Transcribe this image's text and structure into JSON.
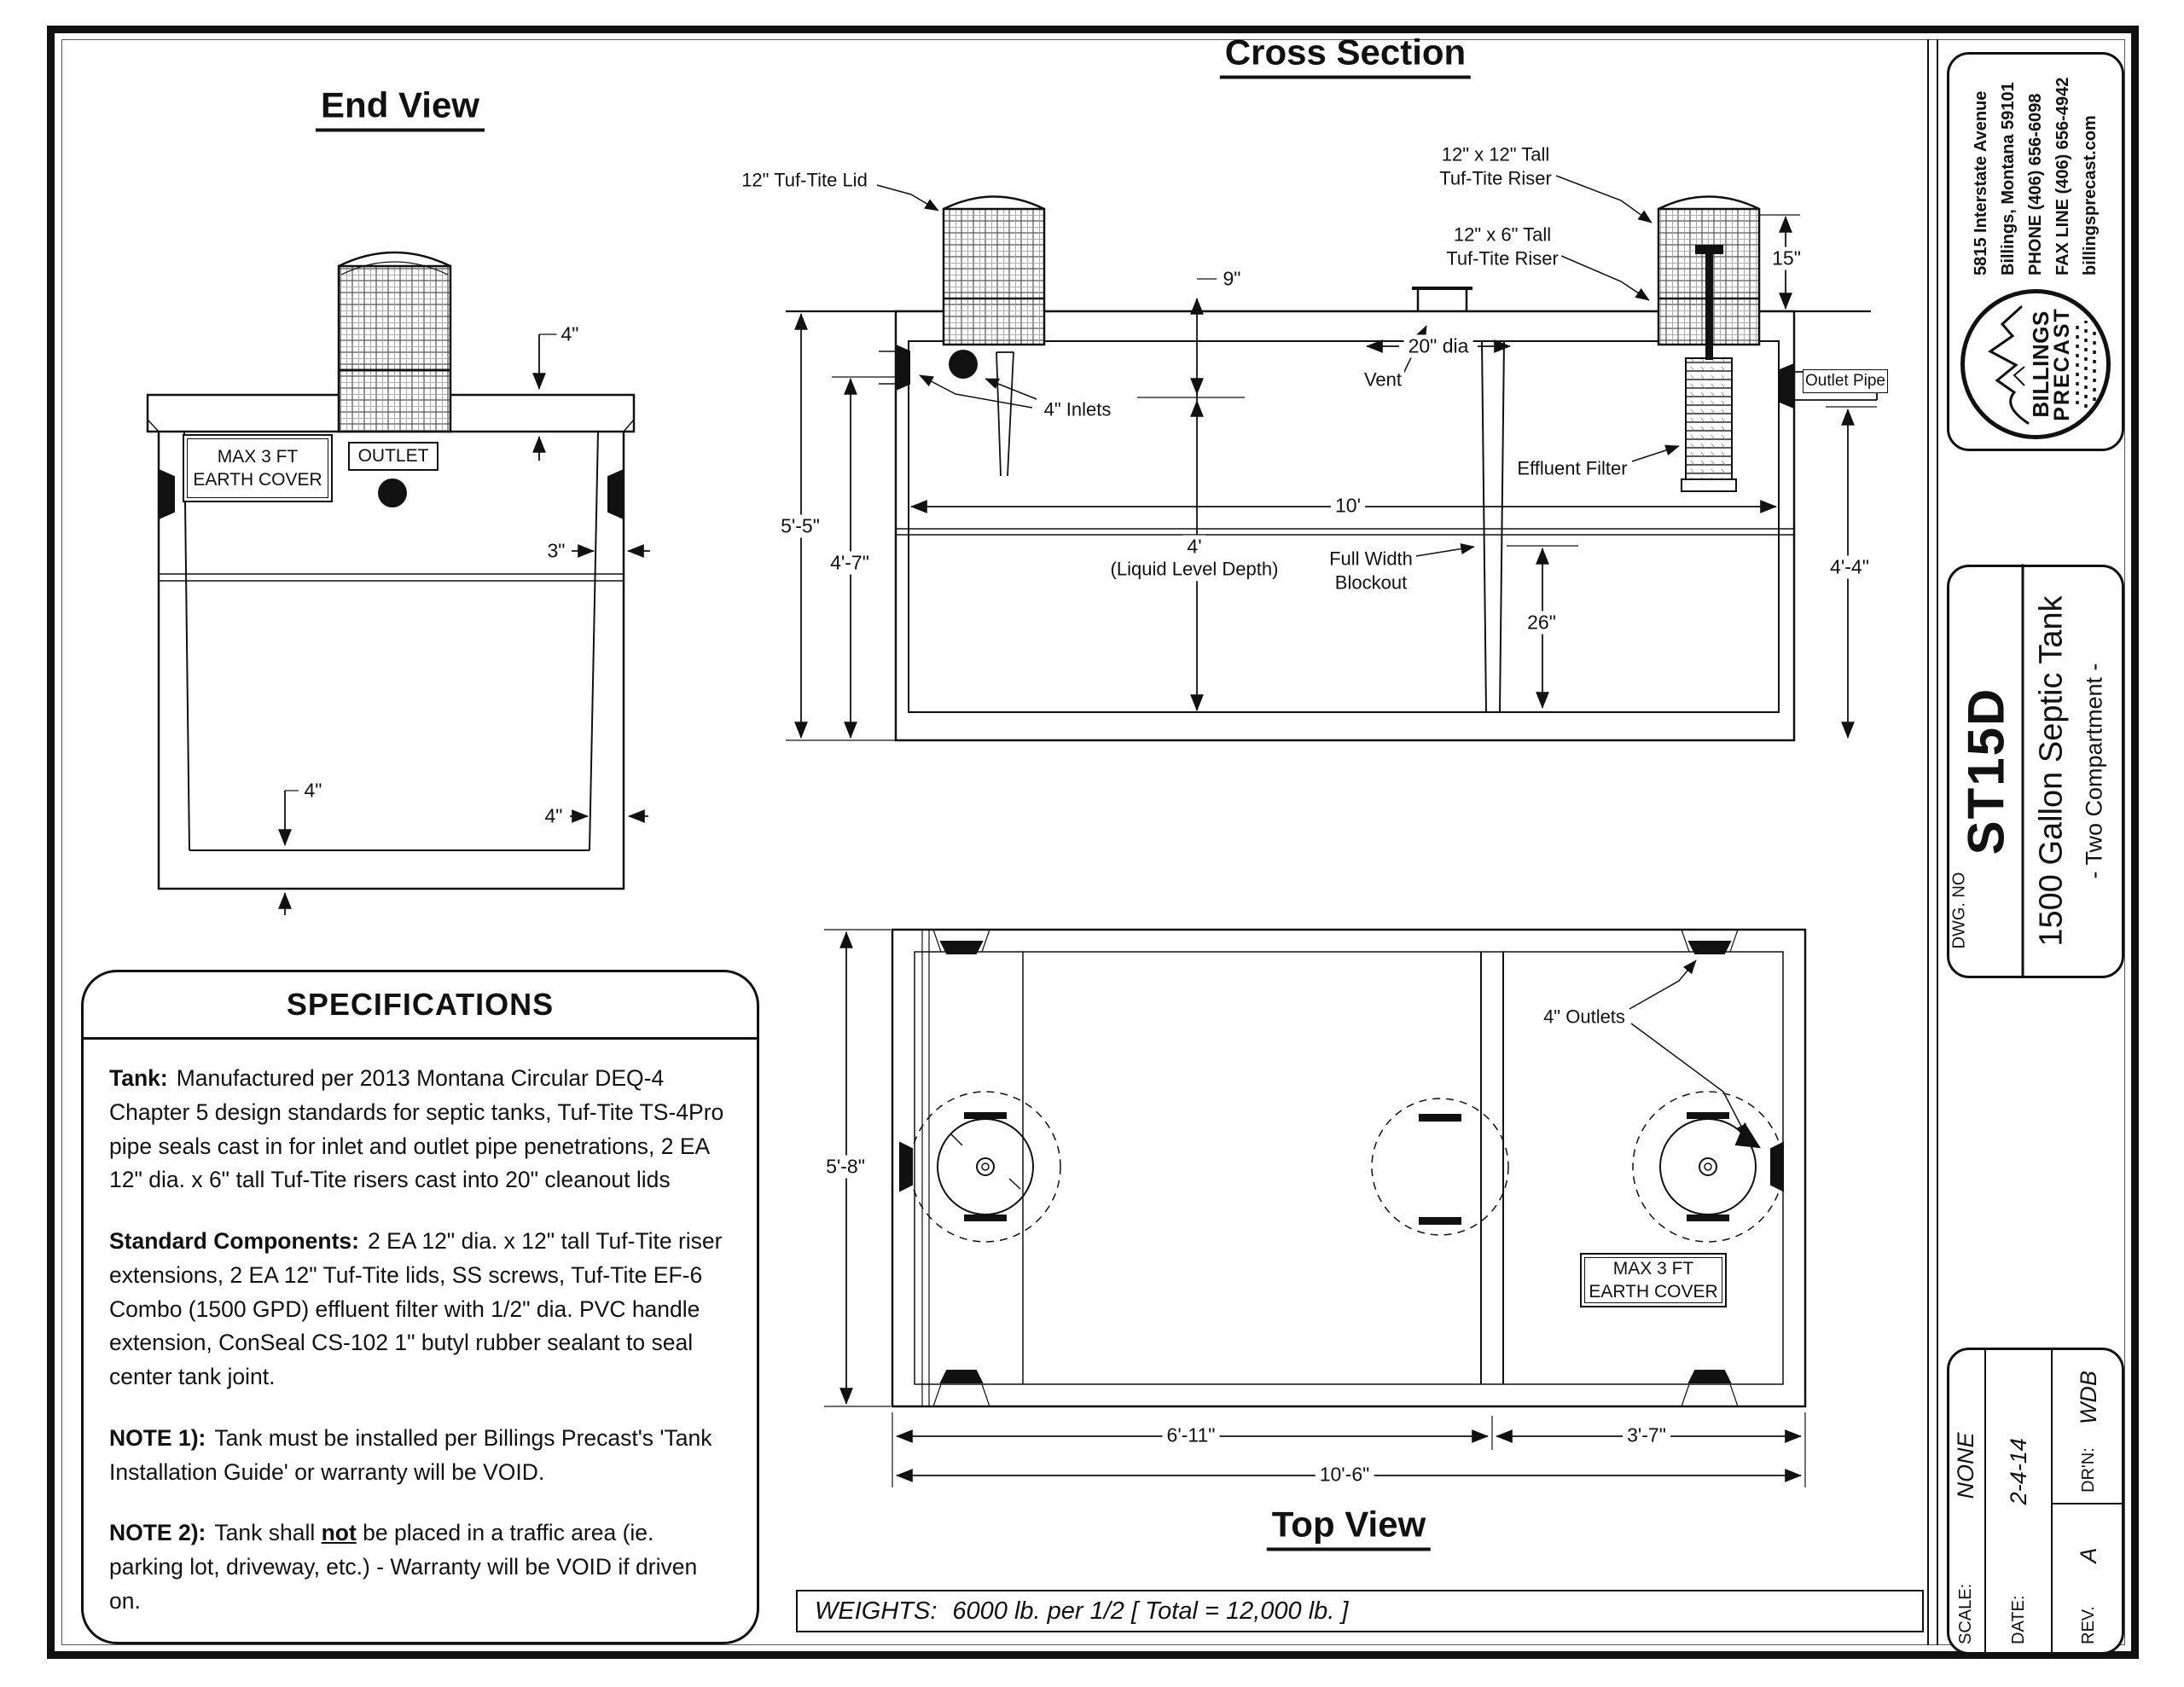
{
  "sheet": {
    "views": {
      "end_view": {
        "title": "End View",
        "earth_cover_line1": "MAX 3 FT",
        "earth_cover_line2": "EARTH COVER",
        "outlet_label": "OUTLET",
        "dim_lid_thickness": "4\"",
        "dim_wall_upper": "3\"",
        "dim_floor": "4\"",
        "dim_wall_lower": "4\""
      },
      "cross_section": {
        "title": "Cross Section",
        "lid_label": "12\" Tuf-Tite Lid",
        "riser12_line1": "12\" x 12\" Tall",
        "riser12_line2": "Tuf-Tite Riser",
        "riser6_line1": "12\" x 6\" Tall",
        "riser6_line2": "Tuf-Tite Riser",
        "dim_riser_height": "15\"",
        "dim_inlet_drop": "9\"",
        "dim_blockout_dia": "20\" dia",
        "vent_label": "Vent",
        "inlets_label": "4\" Inlets",
        "outlet_pipe_label": "Outlet Pipe",
        "effluent_filter_label": "Effluent Filter",
        "dim_length": "10'",
        "dim_liquid_depth": "4'",
        "liquid_note": "(Liquid Level Depth)",
        "blockout_line1": "Full Width",
        "blockout_line2": "Blockout",
        "dim_blockout_height": "26\"",
        "dim_overall_height": "5'-5\"",
        "dim_inner_height": "4'-7\"",
        "dim_outlet_height": "4'-4\""
      },
      "top_view": {
        "title": "Top View",
        "outlets_label": "4\" Outlets",
        "earth_cover_line1": "MAX 3 FT",
        "earth_cover_line2": "EARTH COVER",
        "dim_width": "5'-8\"",
        "dim_first_compartment": "6'-11\"",
        "dim_second_compartment": "3'-7\"",
        "dim_total_length": "10'-6\""
      }
    },
    "specifications": {
      "title": "SPECIFICATIONS",
      "tank_label": "Tank:",
      "tank_text": "Manufactured per 2013 Montana Circular DEQ-4 Chapter 5 design standards for septic tanks, Tuf-Tite TS-4Pro pipe seals cast in for inlet and outlet pipe penetrations, 2 EA 12\" dia. x 6\" tall Tuf-Tite risers cast into 20\" cleanout lids",
      "components_label": "Standard Components:",
      "components_text": "2 EA 12\" dia. x 12\" tall Tuf-Tite riser extensions, 2 EA 12\" Tuf-Tite lids, SS screws, Tuf-Tite EF-6 Combo (1500 GPD) effluent filter with 1/2\" dia. PVC handle extension, ConSeal CS-102 1\" butyl rubber sealant to seal center tank joint.",
      "note1_label": "NOTE 1):",
      "note1_text": "Tank must be installed per Billings Precast's 'Tank Installation Guide' or warranty will be VOID.",
      "note2_label": "NOTE 2):",
      "note2_before": "Tank shall ",
      "note2_emphasis": "not",
      "note2_after": " be placed in a traffic area (ie. parking lot, driveway, etc.) - Warranty will be VOID if driven on."
    },
    "weights": {
      "label": "WEIGHTS:",
      "text": "6000 lb. per 1/2  [ Total = 12,000 lb. ]"
    },
    "title_block": {
      "address_line1": "5815 Interstate Avenue",
      "address_line2": "Billings, Montana 59101",
      "address_line3": "PHONE (406) 656-6098",
      "address_line4": "FAX LINE (406) 656-4942",
      "address_line5": "billingsprecast.com",
      "logo_line1": "BILLINGS",
      "logo_line2": "PRECAST",
      "dwg_no_label": "DWG. NO",
      "dwg_no": "ST15D",
      "product_name": "1500 Gallon Septic Tank",
      "product_subtitle": "- Two Compartment -",
      "scale_label": "SCALE:",
      "scale_value": "NONE",
      "date_label": "DATE:",
      "date_value": "2-4-14",
      "drn_label": "DR'N:",
      "drn_value": "WDB",
      "rev_label": "REV.",
      "rev_value": "A"
    }
  }
}
